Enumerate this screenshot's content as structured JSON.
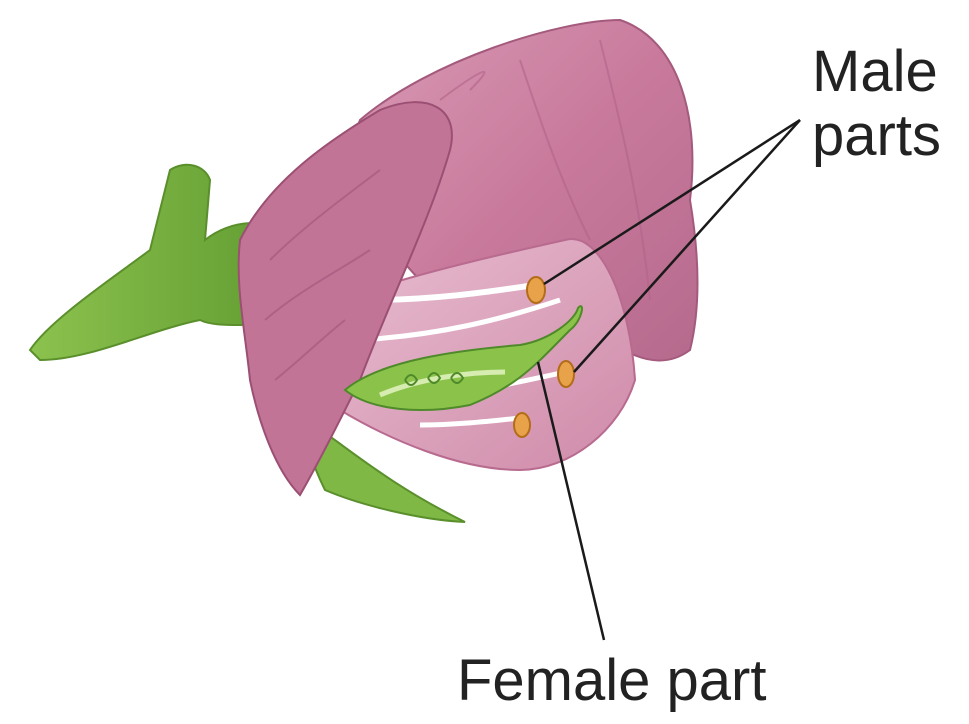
{
  "labels": {
    "male_line1": "Male",
    "male_line2": "parts",
    "female": "Female part"
  },
  "colors": {
    "petal": "#c97a9c",
    "petal_light": "#e3b3c7",
    "petal_dark": "#a85a7e",
    "stem": "#7bb33f",
    "stem_dark": "#4f8a2a",
    "anther": "#e8a24a",
    "leader_line": "#1a1a1a",
    "text": "#222222"
  }
}
